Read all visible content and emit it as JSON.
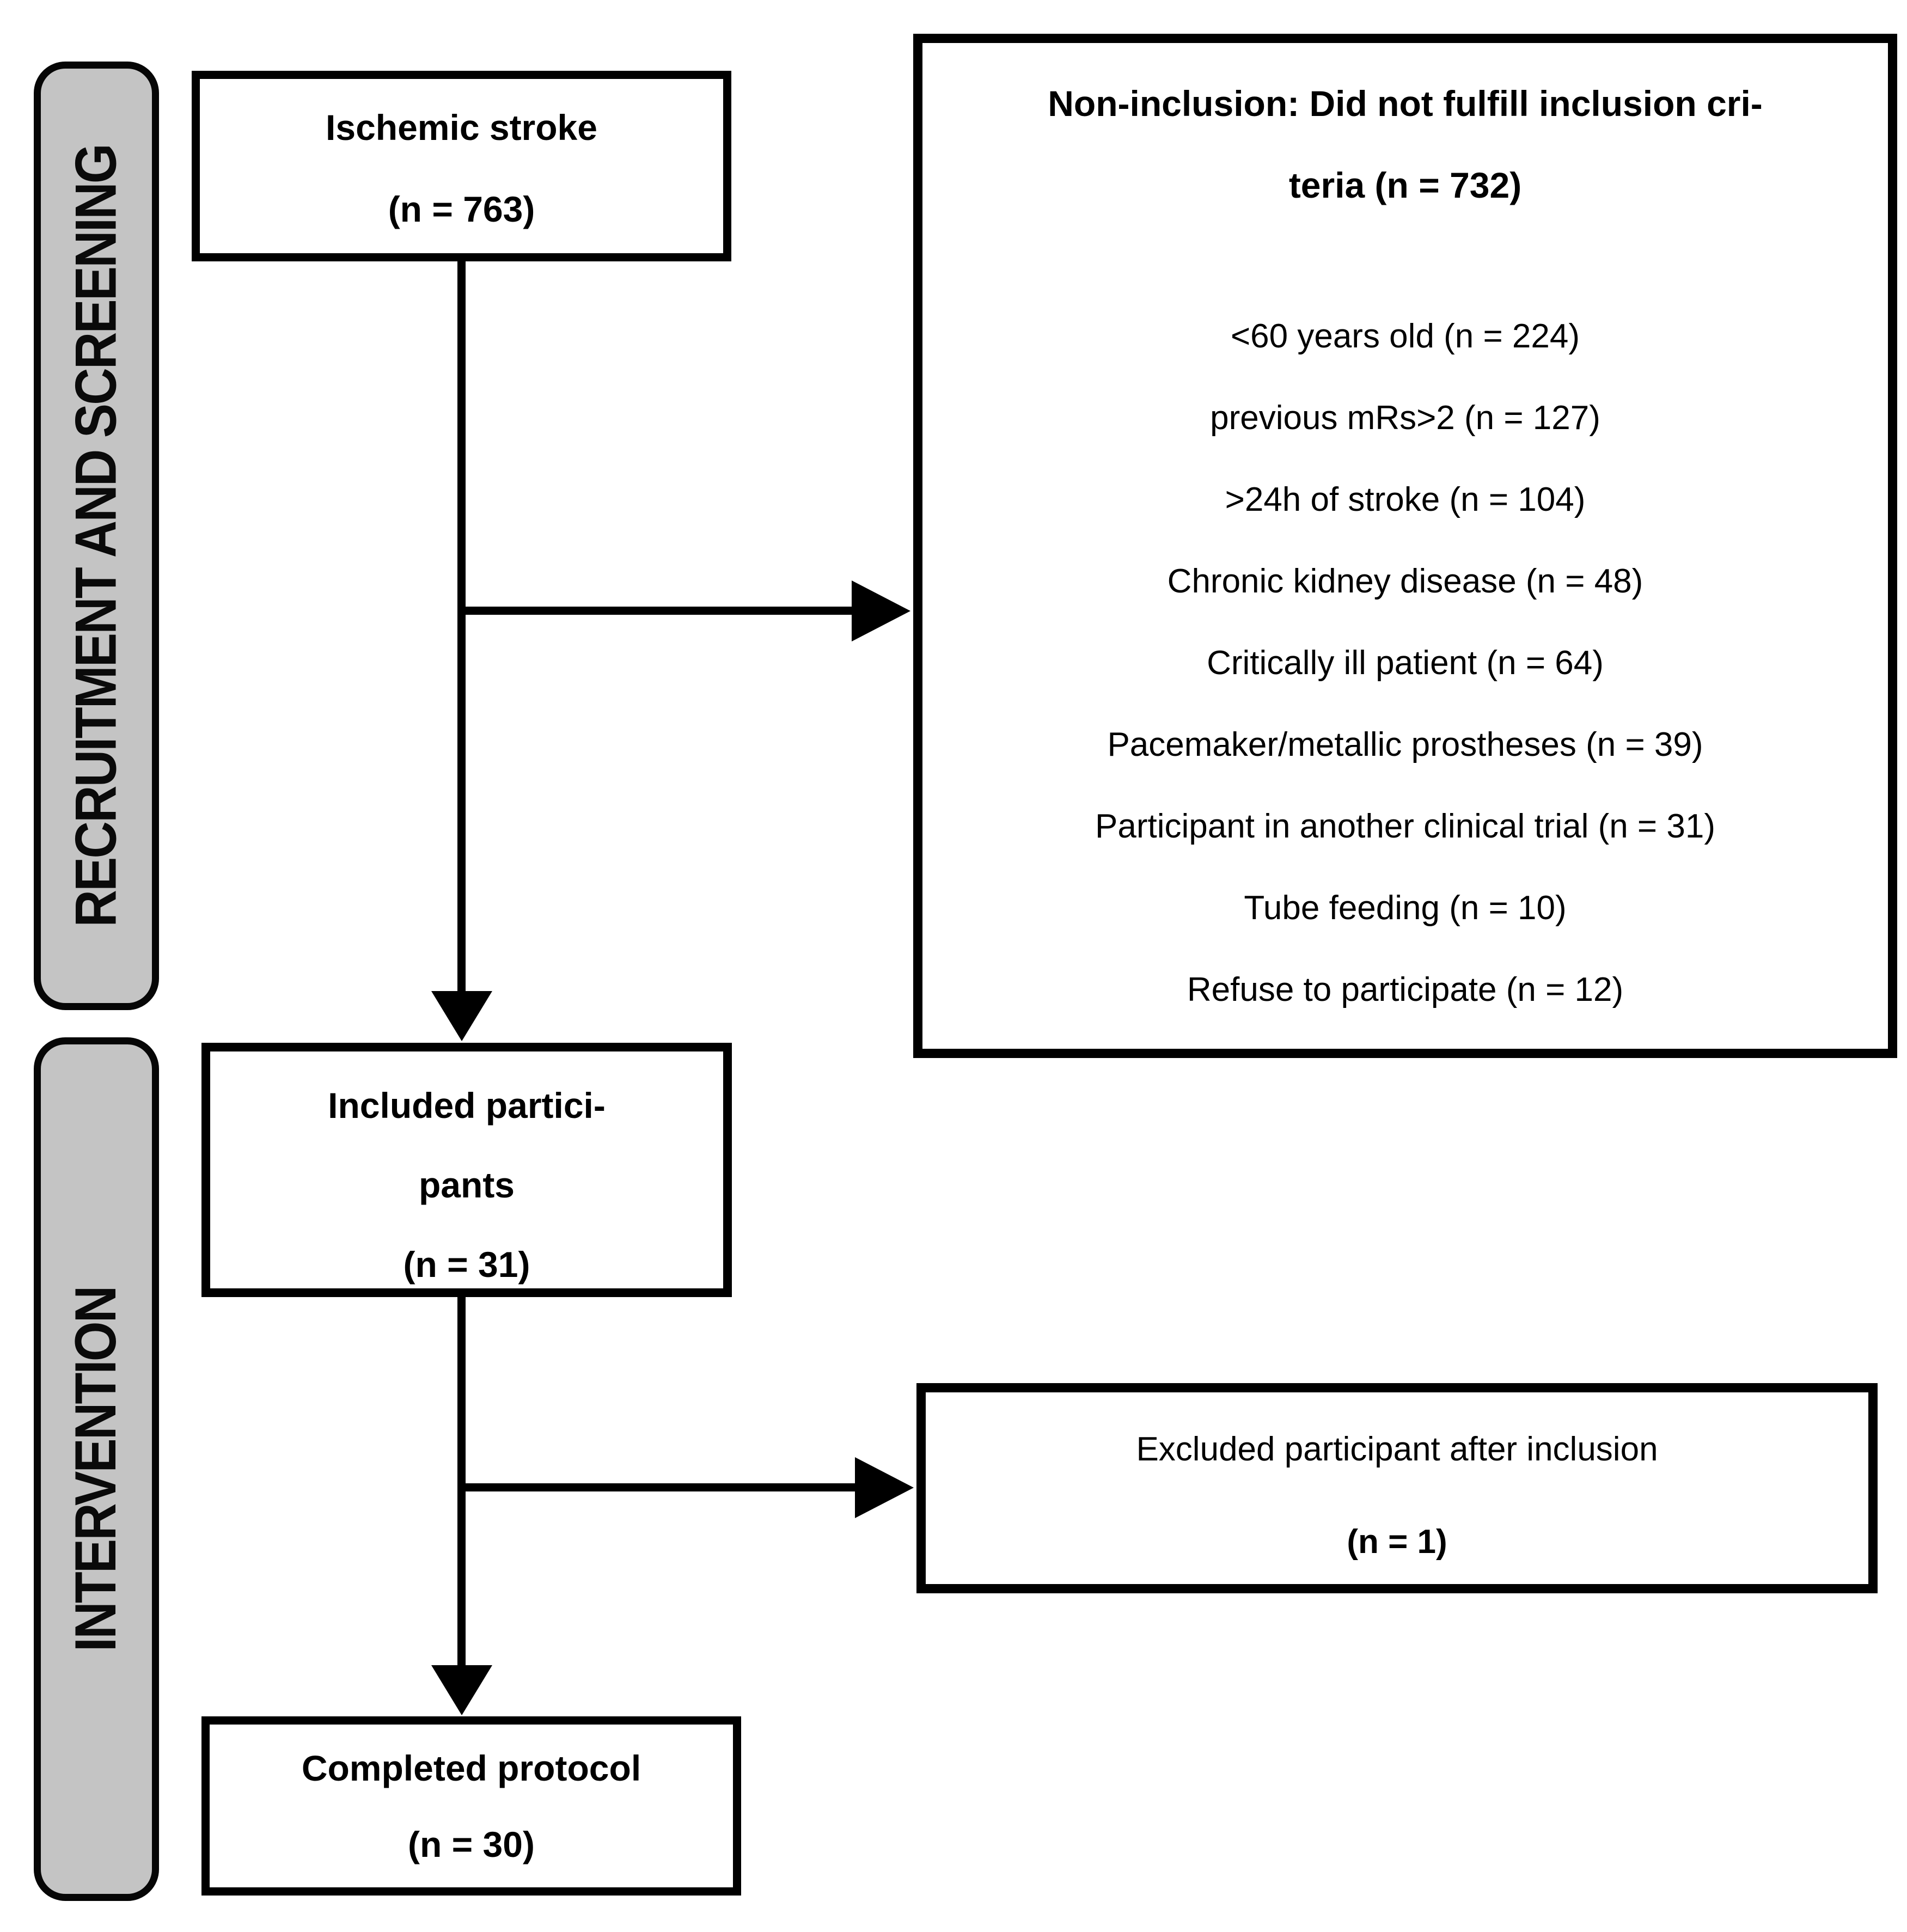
{
  "diagram": {
    "stages": [
      {
        "label": "RECRUITMENT AND SCREENING"
      },
      {
        "label": "INTERVENTION"
      }
    ],
    "boxes": {
      "ischemic": {
        "line1": "Ischemic stroke",
        "line2": "(n = 763)"
      },
      "non_inclusion": {
        "title_line1": "Non-inclusion: Did not fulfill inclusion cri-",
        "title_line2": "teria (n = 732)",
        "items": [
          "<60 years old (n = 224)",
          "previous mRs>2 (n = 127)",
          ">24h of stroke (n = 104)",
          "Chronic kidney disease (n = 48)",
          "Critically ill patient (n = 64)",
          "Pacemaker/metallic prostheses (n = 39)",
          "Participant in another clinical trial (n = 31)",
          "Tube feeding (n = 10)",
          "Refuse to participate (n = 12)"
        ]
      },
      "included": {
        "line1": "Included partici-",
        "line2": "pants",
        "line3": "(n = 31)"
      },
      "excluded": {
        "line1": "Excluded participant after inclusion",
        "line2": "(n = 1)"
      },
      "completed": {
        "line1": "Completed protocol",
        "line2": "(n = 30)"
      }
    },
    "colors": {
      "sidebar_fill": "#c4c4c4",
      "line": "#000000",
      "background": "#ffffff",
      "text": "#000000"
    }
  }
}
